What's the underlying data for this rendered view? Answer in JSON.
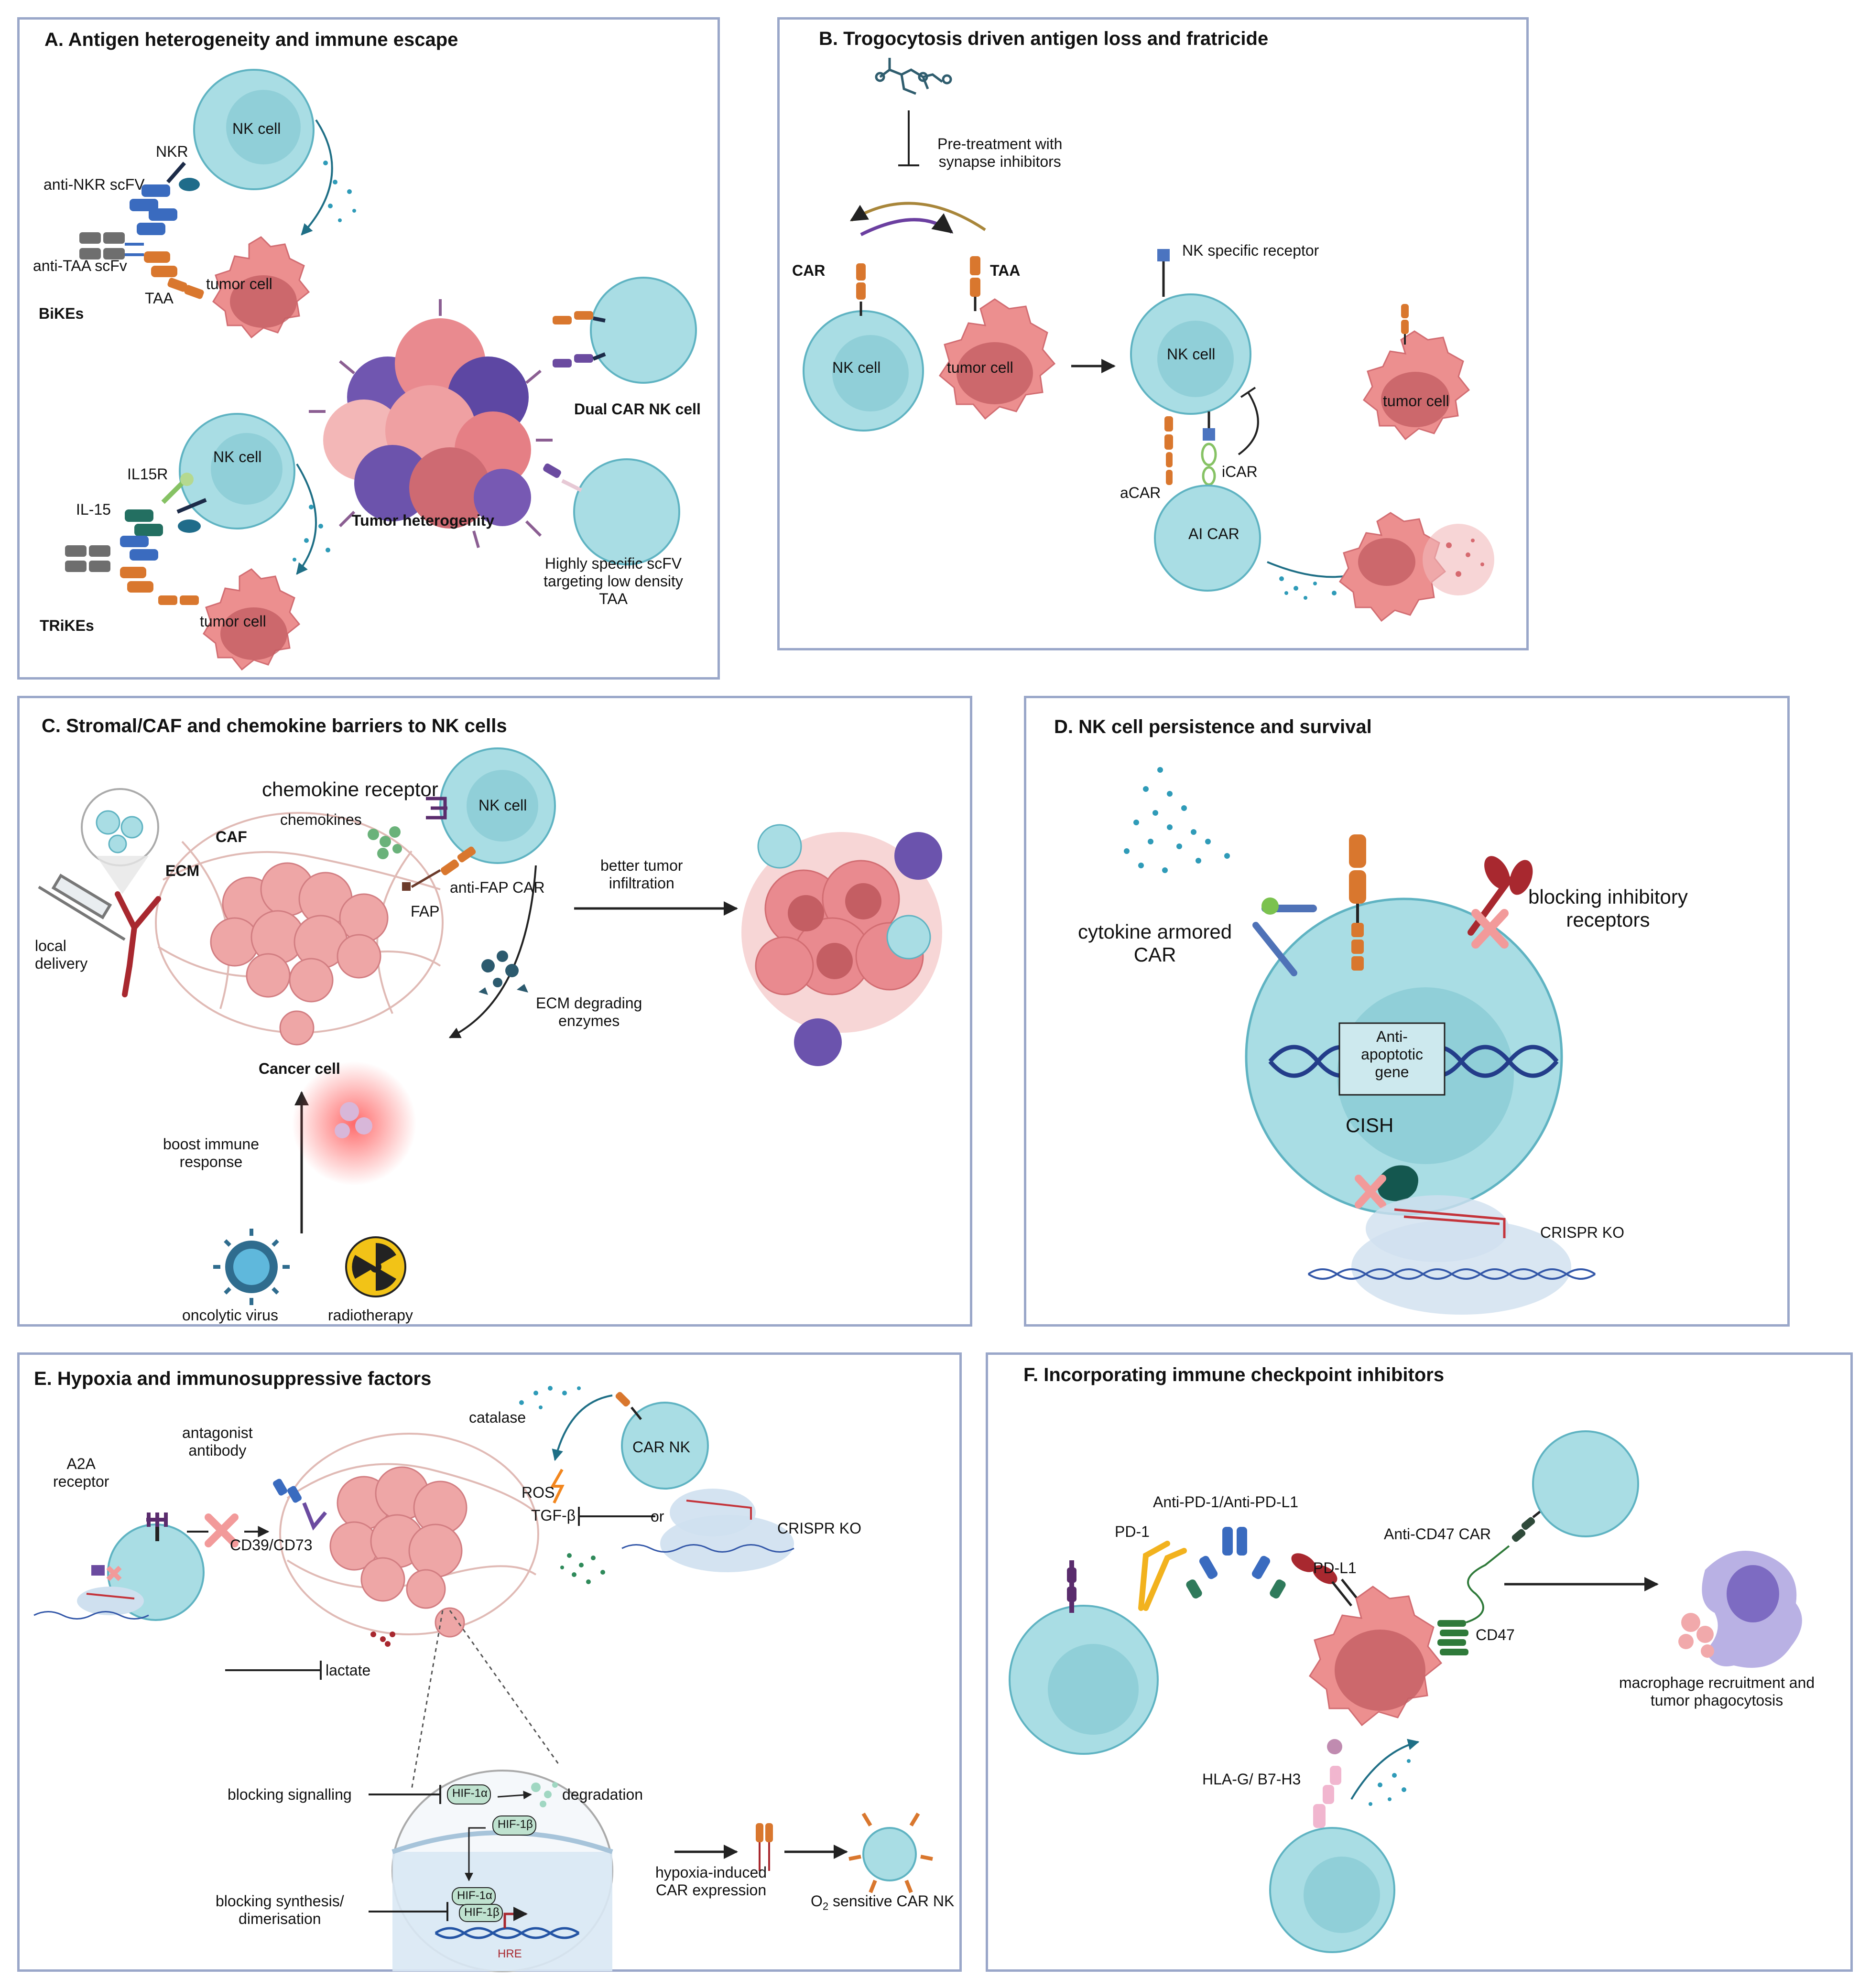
{
  "panels": {
    "a": {
      "title": "A. Antigen heterogeneity and immune escape",
      "labels": {
        "nk_cell_1": "NK cell",
        "nkr": "NKR",
        "anti_nkr_scfv": "anti-NKR scFV",
        "anti_taa_scfv": "anti-TAA scFv",
        "tumor_cell_1": "tumor cell",
        "taa": "TAA",
        "bikes": "BiKEs",
        "nk_cell_2": "NK cell",
        "il15r": "IL15R",
        "il15": "IL-15",
        "tumor_cell_2": "tumor cell",
        "trikes": "TRiKEs",
        "tumor_heterogeneity": "Tumor heterogenity",
        "dual_car": "Dual CAR NK cell",
        "highly_specific": "Highly specific scFV\ntargeting low density\nTAA"
      }
    },
    "b": {
      "title": "B. Trogocytosis driven antigen loss and fratricide",
      "labels": {
        "pretreatment": "Pre-treatment with\nsynapse inhibitors",
        "car": "CAR",
        "taa": "TAA",
        "nk_cell_1": "NK cell",
        "tumor_cell_1": "tumor cell",
        "nk_specific_receptor": "NK specific receptor",
        "nk_cell_2": "NK cell",
        "acar": "aCAR",
        "icar": "iCAR",
        "ai_car": "AI CAR",
        "tumor_cell_2": "tumor cell"
      }
    },
    "c": {
      "title": "C. Stromal/CAF and chemokine barriers to NK cells",
      "labels": {
        "chemokine_receptor": "chemokine receptor",
        "chemokines": "chemokines",
        "nk_cell": "NK cell",
        "caf": "CAF",
        "ecm": "ECM",
        "anti_fap_car": "anti-FAP CAR",
        "fap": "FAP",
        "local_delivery": "local\ndelivery",
        "better_infiltration": "better tumor\ninfiltration",
        "ecm_enzymes": "ECM degrading\nenzymes",
        "cancer_cell": "Cancer cell",
        "boost_immune": "boost immune\nresponse",
        "oncolytic_virus": "oncolytic virus",
        "radiotherapy": "radiotherapy"
      }
    },
    "d": {
      "title": "D. NK cell persistence and survival",
      "labels": {
        "cytokine_armored": "cytokine armored\nCAR",
        "blocking_inhibitory": "blocking inhibitory\nreceptors",
        "anti_apoptotic": "Anti-\napoptotic\ngene",
        "cish": "CISH",
        "crispr_ko": "CRISPR KO"
      }
    },
    "e": {
      "title": "E. Hypoxia and immunosuppressive factors",
      "labels": {
        "catalase": "catalase",
        "car_nk": "CAR NK",
        "antagonist_antibody": "antagonist\nantibody",
        "a2a_receptor": "A2A\nreceptor",
        "ros": "ROS",
        "tgf_beta": "TGF-β",
        "or": "or",
        "crispr_ko": "CRISPR KO",
        "cd39_cd73": "CD39/CD73",
        "lactate": "lactate",
        "blocking_signalling": "blocking signalling",
        "hif1a_1": "HIF-1α",
        "degradation": "degradation",
        "hif1b_1": "HIF-1β",
        "blocking_synthesis": "blocking synthesis/\ndimerisation",
        "hif1a_2": "HIF-1α",
        "hif1b_2": "HIF-1β",
        "hre": "HRE",
        "hypoxia_car": "hypoxia-induced\nCAR expression",
        "o2_prefix": "O",
        "o2_sub": "2",
        "o2_suffix": " sensitive CAR NK"
      }
    },
    "f": {
      "title": "F. Incorporating immune checkpoint inhibitors",
      "labels": {
        "anti_pd1": "Anti-PD-1/Anti-PD-L1",
        "pd1": "PD-1",
        "pdl1": "PD-L1",
        "anti_cd47": "Anti-CD47 CAR",
        "cd47": "CD47",
        "macrophage": "macrophage recruitment and\ntumor phagocytosis",
        "hla_g": "HLA-G/ B7-H3"
      }
    }
  },
  "colors": {
    "panel_border": "#9aa7c9",
    "nk_cell_fill": "#a9dde4",
    "nk_nucleus_fill": "#86c9d3",
    "tumor_fill": "#ec8f8f",
    "tumor_nucleus": "#c45e63",
    "car_orange": "#d9772e",
    "scfv_blue": "#3a6bbf",
    "grey_fc": "#6e6e6e",
    "purple": "#6b4ba0",
    "dark_red": "#8e2b2b",
    "arrow": "#222222",
    "teal_dots": "#2f9bb8"
  }
}
